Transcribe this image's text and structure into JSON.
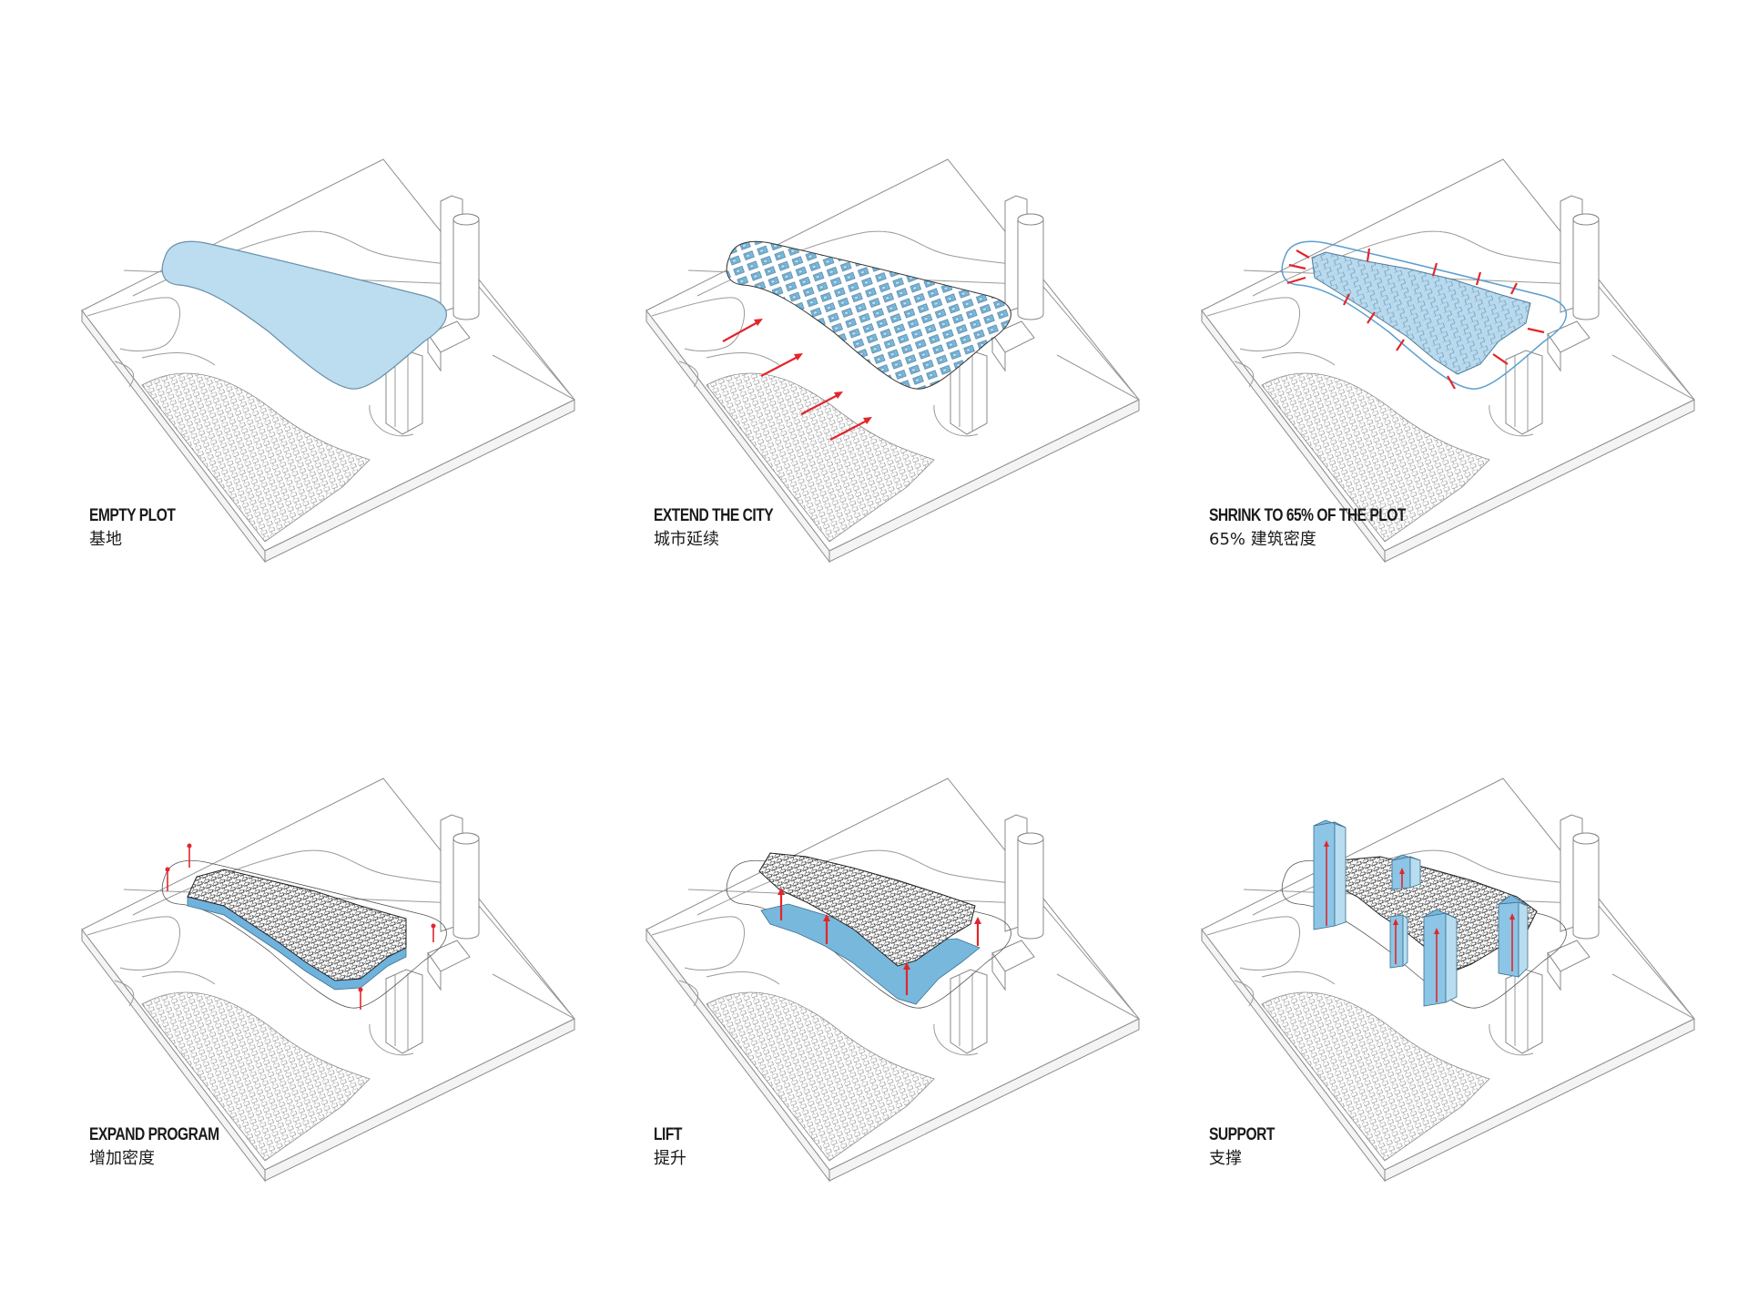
{
  "diagram": {
    "layout": "2x3 grid",
    "colors": {
      "accent_blue": "#bcdcef",
      "building_blue": "#79b8dd",
      "arrow_red": "#e2262b",
      "line_gray": "#9a9a9a",
      "text": "#1a1a1a"
    },
    "panels": [
      {
        "title": "EMPTY PLOT",
        "subtitle": "基地",
        "feature": "blue plot area"
      },
      {
        "title": "EXTEND THE CITY",
        "subtitle": "城市延续",
        "feature": "blue blocks with red arrows extending from existing city"
      },
      {
        "title": "SHRINK TO 65% OF THE PLOT",
        "subtitle": "65% 建筑密度",
        "feature": "blue block mass with inward red arrows"
      },
      {
        "title": "EXPAND PROGRAM",
        "subtitle": "增加密度",
        "feature": "block mass with upward red arrows"
      },
      {
        "title": "LIFT",
        "subtitle": "提升",
        "feature": "blue ground plane with lifted block mass and red arrows"
      },
      {
        "title": "SUPPORT",
        "subtitle": "支撑",
        "feature": "blue support towers with red arrows"
      }
    ]
  }
}
